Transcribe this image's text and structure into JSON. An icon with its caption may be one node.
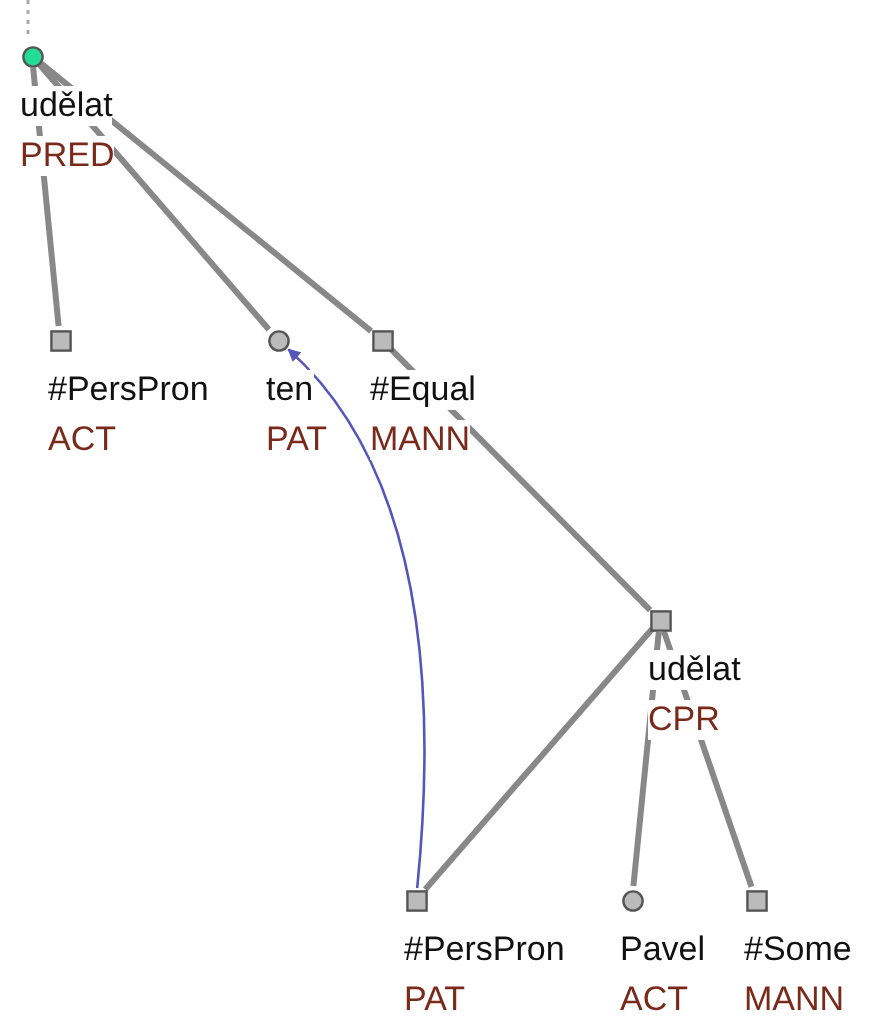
{
  "diagram": {
    "nodes": [
      {
        "text": [],
        "shape": "circle",
        "beside": [
          "udělat",
          "PRED"
        ]
      },
      {
        "text": [],
        "shape": "box",
        "beside": [
          "#PersPron",
          "ACT"
        ]
      },
      {
        "text": [],
        "shape": "circle",
        "beside": [
          "ten",
          "PAT"
        ]
      },
      {
        "text": [],
        "shape": "box",
        "beside": [
          "#Equal",
          "MANN"
        ]
      },
      {
        "text": [],
        "shape": "box",
        "beside": [
          "udělat",
          "CPR"
        ]
      },
      {
        "text": [],
        "shape": "box",
        "beside": [
          "#PersPron",
          "PAT"
        ]
      },
      {
        "text": [],
        "shape": "circle",
        "beside": [
          "Pavel",
          "ACT"
        ]
      },
      {
        "text": [],
        "shape": "box",
        "beside": [
          "#Some",
          "MANN"
        ]
      }
    ],
    "edges": [
      {
        "from": 0,
        "to": 1,
        "arrow": "none"
      },
      {
        "from": 0,
        "to": 2,
        "arrow": "none"
      },
      {
        "from": 0,
        "to": 3,
        "arrow": "none"
      },
      {
        "from": 3,
        "to": 4,
        "arrow": "none"
      },
      {
        "from": 4,
        "to": 5,
        "arrow": "none"
      },
      {
        "from": 4,
        "to": 6,
        "arrow": "none"
      },
      {
        "from": 4,
        "to": 7,
        "arrow": "none"
      },
      {
        "from": 5,
        "to": 2,
        "arrow": "to",
        "color": "#5555bb"
      }
    ]
  }
}
